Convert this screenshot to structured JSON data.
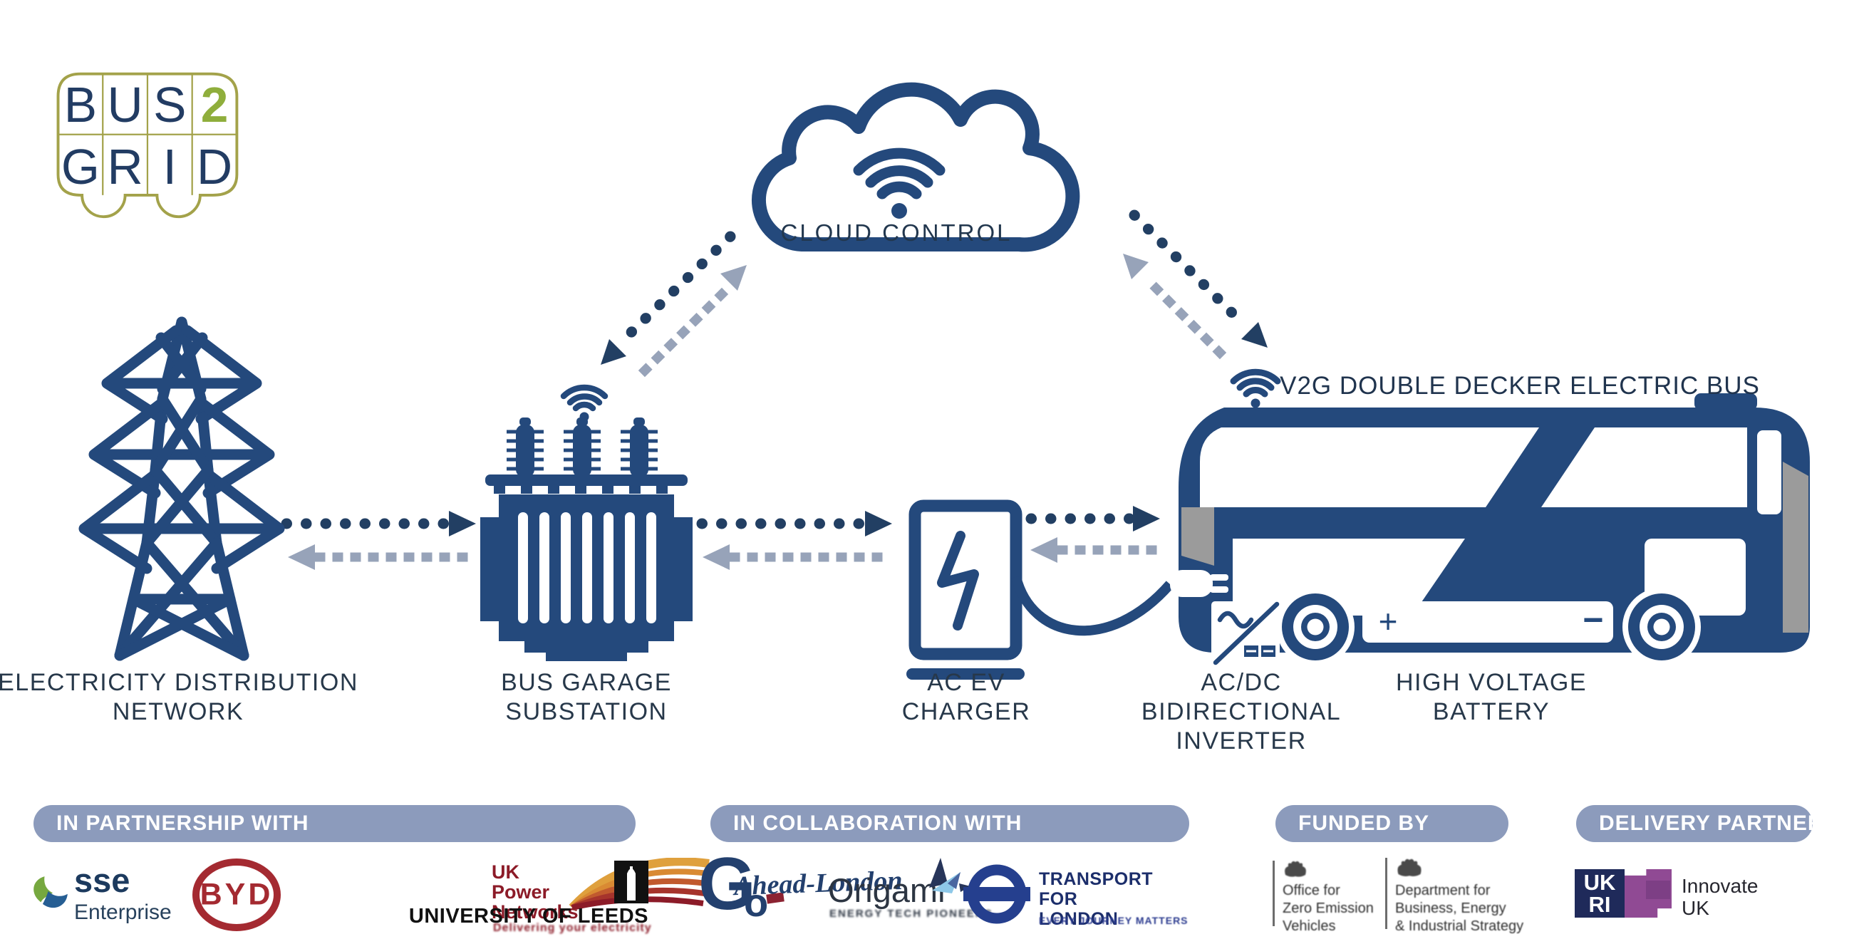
{
  "colors": {
    "navy": "#24497c",
    "dark": "#1d3a5f",
    "arrow": "#223f63",
    "gray": "#97a3b9",
    "banner": "#8c9bbc",
    "label": "#27384a",
    "olive": "#a3a24a",
    "green": "#8fae3c",
    "bus-gray": "#9b9b9b",
    "red": "#a42a31",
    "ukpn-red": "#8c1b28",
    "gold": "#dfa03d",
    "purple": "#904a94"
  },
  "logo": {
    "r1c1": "B",
    "r1c2": "U",
    "r1c3": "S",
    "r1c4": "2",
    "r2c1": "G",
    "r2c2": "R",
    "r2c3": "I",
    "r2c4": "D"
  },
  "cloud_label": "CLOUD CONTROL",
  "bus_title": "V2G DOUBLE DECKER ELECTRIC BUS",
  "labels": {
    "pylon1": "ELECTRICITY DISTRIBUTION",
    "pylon2": "NETWORK",
    "sub1": "BUS GARAGE",
    "sub2": "SUBSTATION",
    "chg1": "AC EV",
    "chg2": "CHARGER",
    "inv1": "AC/DC",
    "inv2": "BIDIRECTIONAL",
    "inv3": "INVERTER",
    "bat1": "HIGH VOLTAGE",
    "bat2": "BATTERY"
  },
  "battery": {
    "plus": "+",
    "minus": "−"
  },
  "footer": {
    "partnership_title": "IN PARTNERSHIP WITH",
    "collaboration_title": "IN COLLABORATION WITH",
    "funded_title": "FUNDED BY",
    "delivery_title": "DELIVERY PARTNER",
    "sse": {
      "name": "sse",
      "sub": "Enterprise"
    },
    "byd": {
      "text": "BYD"
    },
    "ukpn": {
      "l1": "UK",
      "l2": "Power",
      "l3": "Networks",
      "tagline": "Delivering your electricity"
    },
    "leeds": {
      "text": "UNIVERSITY OF LEEDS"
    },
    "goahead": {
      "g": "G",
      "o": "o",
      "rest": "Ahead-London"
    },
    "origami": {
      "text": "Origami",
      "tagline": "ENERGY TECH PIONEERS"
    },
    "tfl": {
      "l1": "TRANSPORT",
      "l2": "FOR LONDON",
      "tagline": "EVERY JOURNEY MATTERS"
    },
    "ozev": {
      "l1": "Office for",
      "l2": "Zero Emission",
      "l3": "Vehicles"
    },
    "beis": {
      "l1": "Department for",
      "l2": "Business, Energy",
      "l3": "& Industrial Strategy"
    },
    "ukri": {
      "uk": "UK",
      "ri": "RI",
      "innovate": "Innovate",
      "uk2": "UK"
    }
  }
}
